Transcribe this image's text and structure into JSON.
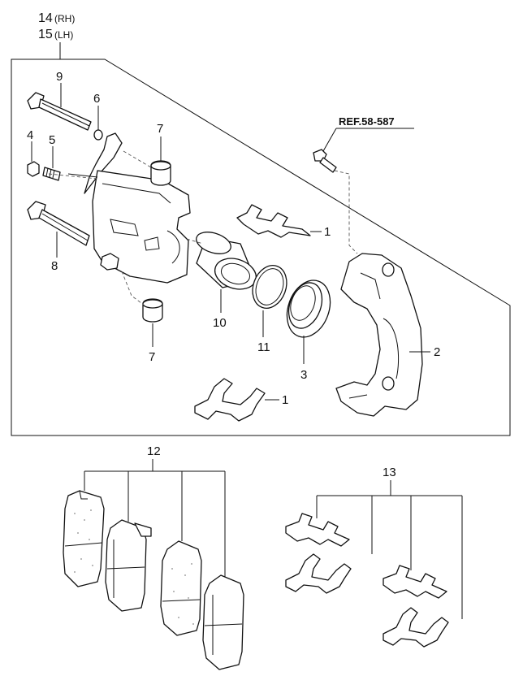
{
  "header": {
    "assembly_rh_number": "14",
    "assembly_rh_side": "(RH)",
    "assembly_lh_number": "15",
    "assembly_lh_side": "(LH)"
  },
  "reference": {
    "label": "REF.58-587"
  },
  "callouts": {
    "c1a": "1",
    "c1b": "1",
    "c2": "2",
    "c3": "3",
    "c4": "4",
    "c5": "5",
    "c6": "6",
    "c7a": "7",
    "c7b": "7",
    "c8": "8",
    "c9": "9",
    "c10": "10",
    "c11": "11",
    "c12": "12",
    "c13": "13"
  },
  "colors": {
    "line": "#111111",
    "background": "#ffffff",
    "pad_texture": "#888888"
  }
}
